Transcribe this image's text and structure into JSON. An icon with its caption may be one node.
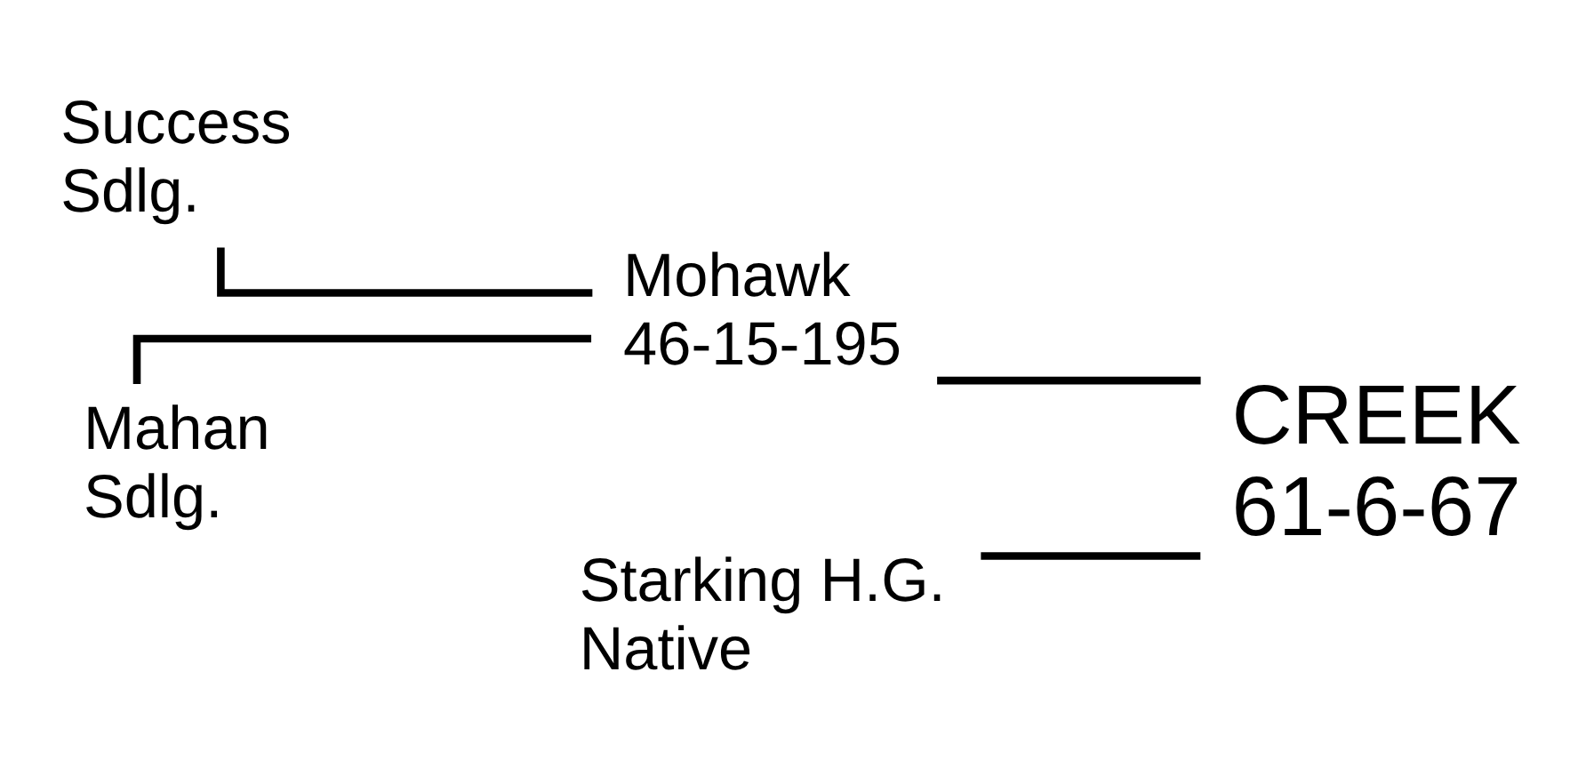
{
  "diagram": {
    "nodes": [
      {
        "text": [
          "Success",
          "Sdlg."
        ]
      },
      {
        "text": [
          "Mahan",
          "Sdlg."
        ]
      },
      {
        "text": [
          "Mohawk",
          "46-15-195"
        ]
      },
      {
        "text": [
          "Starking H.G.",
          "Native"
        ]
      },
      {
        "text": [
          "CREEK",
          "61-6-67"
        ]
      }
    ],
    "edges": [
      {
        "from": 0,
        "to": 2,
        "arrow": "none"
      },
      {
        "from": 1,
        "to": 2,
        "arrow": "none"
      },
      {
        "from": 2,
        "to": 4,
        "arrow": "none"
      },
      {
        "from": 3,
        "to": 4,
        "arrow": "none"
      }
    ]
  }
}
